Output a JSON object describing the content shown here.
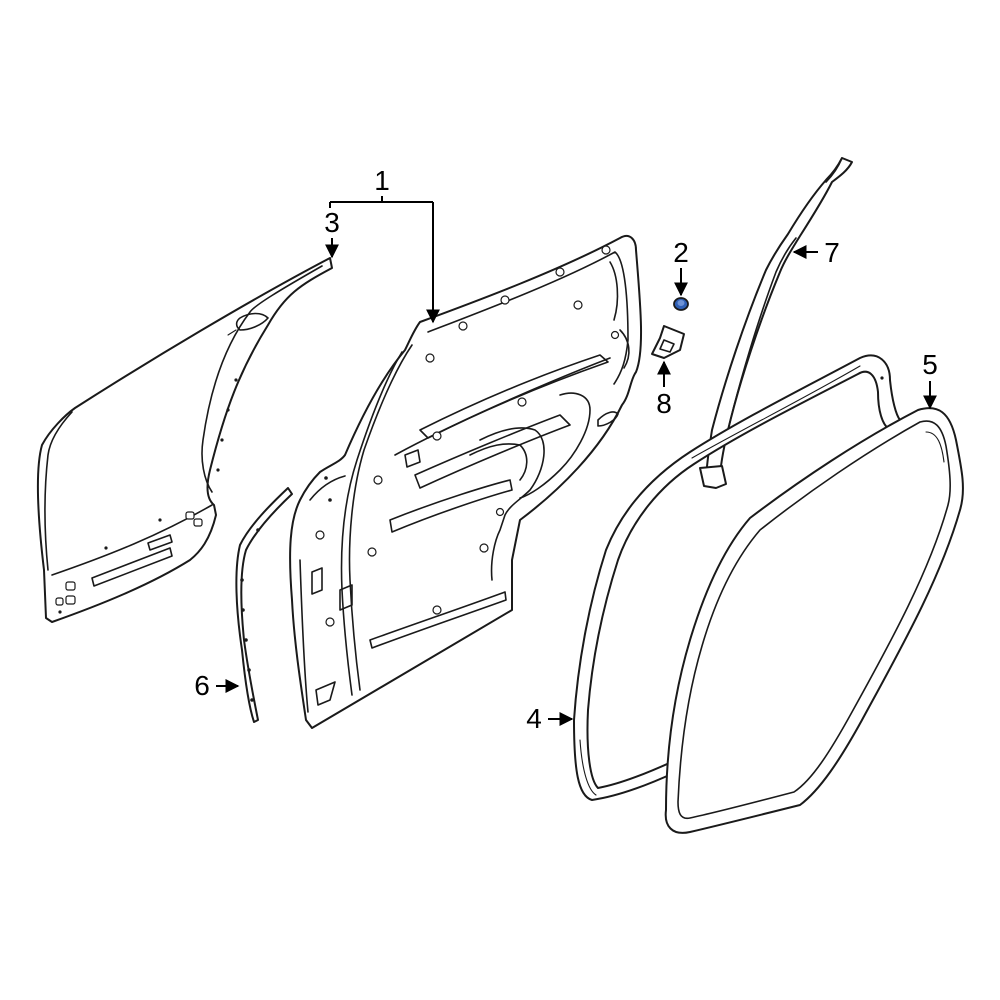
{
  "colors": {
    "line": "#1a1a1a",
    "background": "#ffffff",
    "highlight": "#2f5fb4"
  },
  "parts": [
    {
      "id": "p1",
      "label": "1"
    },
    {
      "id": "p2",
      "label": "2"
    },
    {
      "id": "p3",
      "label": "3"
    },
    {
      "id": "p4",
      "label": "4"
    },
    {
      "id": "p5",
      "label": "5"
    },
    {
      "id": "p6",
      "label": "6"
    },
    {
      "id": "p7",
      "label": "7"
    },
    {
      "id": "p8",
      "label": "8"
    }
  ]
}
